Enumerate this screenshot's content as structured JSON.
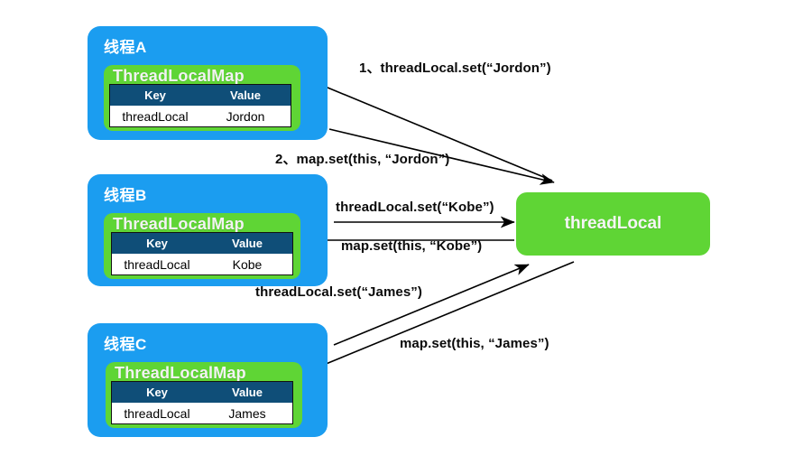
{
  "diagram": {
    "title": "ThreadLocal set flow",
    "colors": {
      "thread_blue": "#1B9DF0",
      "map_green": "#5FD535",
      "table_header_navy": "#0F4E78",
      "arrow_black": "#000000",
      "canvas_white": "#FFFFFF"
    }
  },
  "threads": [
    {
      "name": "thread-a",
      "title": "线程A",
      "map_title": "ThreadLocalMap",
      "table": {
        "headers": [
          "Key",
          "Value"
        ],
        "rows": [
          [
            "threadLocal",
            "Jordon"
          ]
        ]
      }
    },
    {
      "name": "thread-b",
      "title": "线程B",
      "map_title": "ThreadLocalMap",
      "table": {
        "headers": [
          "Key",
          "Value"
        ],
        "rows": [
          [
            "threadLocal",
            "Kobe"
          ]
        ]
      }
    },
    {
      "name": "thread-c",
      "title": "线程C",
      "map_title": "ThreadLocalMap",
      "table": {
        "headers": [
          "Key",
          "Value"
        ],
        "rows": [
          [
            "threadLocal",
            "James"
          ]
        ]
      }
    }
  ],
  "target": {
    "label": "threadLocal"
  },
  "arrow_labels": {
    "a_set": "1、threadLocal.set(“Jordon”)",
    "a_map_set": "2、map.set(this, “Jordon”)",
    "b_set": "threadLocal.set(“Kobe”)",
    "b_map_set": "map.set(this, “Kobe”)",
    "c_set": "threadLocal.set(“James”)",
    "c_map_set": "map.set(this, “James”)"
  }
}
